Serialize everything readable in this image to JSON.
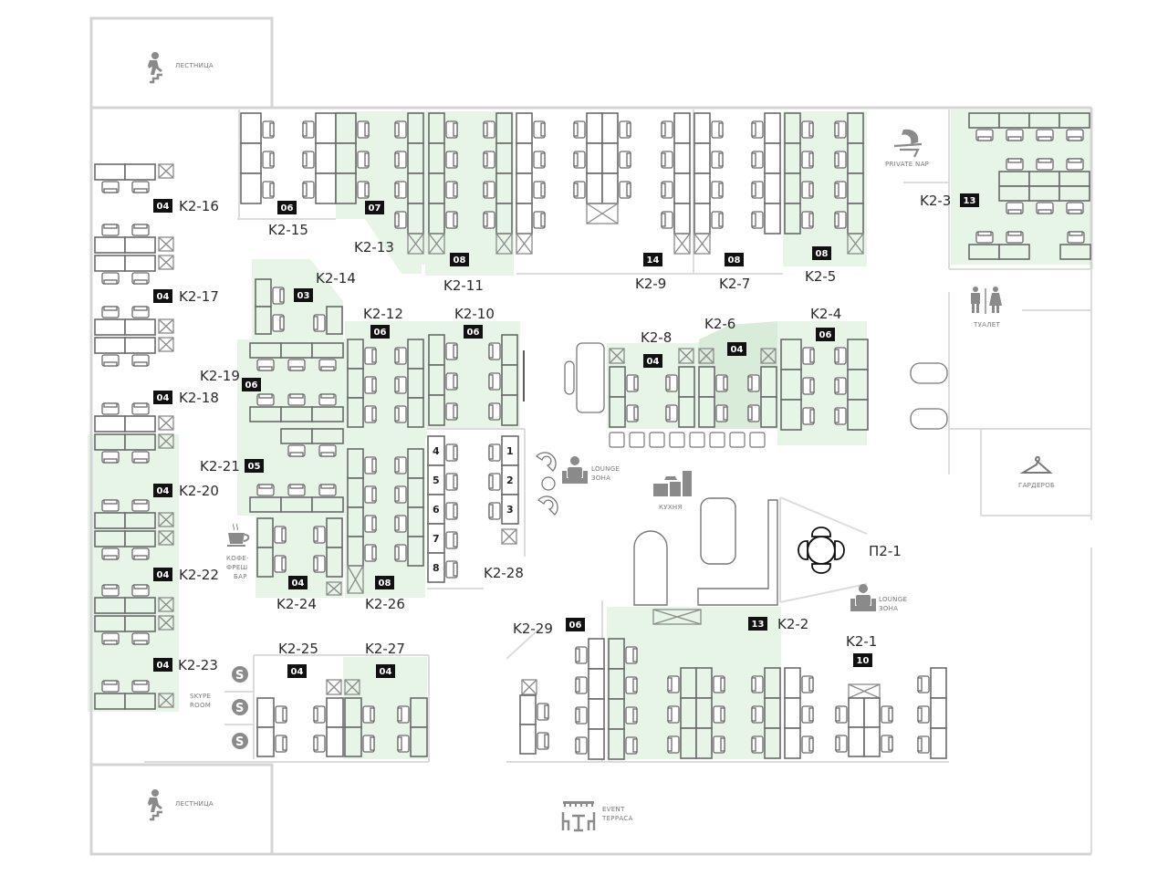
{
  "title": "Floor plan K2",
  "amenities": {
    "stairs_top": "ЛЕСТНИЦА",
    "stairs_bottom": "ЛЕСТНИЦА",
    "private_nap": "PRIVATE NAP",
    "toilet": "ТУАЛЕТ",
    "wardrobe": "ГАРДЕРОБ",
    "lounge_1_line1": "LOUNGE",
    "lounge_1_line2": "ЗОНА",
    "lounge_2_line1": "LOUNGE",
    "lounge_2_line2": "ЗОНА",
    "kitchen": "КУХНЯ",
    "coffee_line1": "КОФЕ-",
    "coffee_line2": "ФРЕШ",
    "coffee_line3": "БАР",
    "skype_line1": "SKYPE",
    "skype_line2": "ROOM",
    "event_line1": "EVENT",
    "event_line2": "ТЕРРАСА"
  },
  "zones": [
    {
      "id": "K2-1",
      "seats": "10",
      "highlighted": false
    },
    {
      "id": "K2-2",
      "seats": "13",
      "highlighted": true
    },
    {
      "id": "K2-3",
      "seats": "13",
      "highlighted": true
    },
    {
      "id": "K2-4",
      "seats": "06",
      "highlighted": true
    },
    {
      "id": "K2-5",
      "seats": "08",
      "highlighted": true
    },
    {
      "id": "K2-6",
      "seats": "04",
      "highlighted": true
    },
    {
      "id": "K2-7",
      "seats": "08",
      "highlighted": false
    },
    {
      "id": "K2-8",
      "seats": "04",
      "highlighted": true
    },
    {
      "id": "K2-9",
      "seats": "14",
      "highlighted": false
    },
    {
      "id": "K2-10",
      "seats": "06",
      "highlighted": true
    },
    {
      "id": "K2-11",
      "seats": "08",
      "highlighted": true
    },
    {
      "id": "K2-12",
      "seats": "06",
      "highlighted": true
    },
    {
      "id": "K2-13",
      "seats": "07",
      "highlighted": true
    },
    {
      "id": "K2-14",
      "seats": "03",
      "highlighted": true
    },
    {
      "id": "K2-15",
      "seats": "06",
      "highlighted": false
    },
    {
      "id": "K2-16",
      "seats": "04",
      "highlighted": false
    },
    {
      "id": "K2-17",
      "seats": "04",
      "highlighted": false
    },
    {
      "id": "K2-18",
      "seats": "04",
      "highlighted": false
    },
    {
      "id": "K2-19",
      "seats": "06",
      "highlighted": true
    },
    {
      "id": "K2-20",
      "seats": "04",
      "highlighted": true
    },
    {
      "id": "K2-21",
      "seats": "05",
      "highlighted": true
    },
    {
      "id": "K2-22",
      "seats": "04",
      "highlighted": true
    },
    {
      "id": "K2-23",
      "seats": "04",
      "highlighted": true
    },
    {
      "id": "K2-24",
      "seats": "04",
      "highlighted": true
    },
    {
      "id": "K2-25",
      "seats": "04",
      "highlighted": false
    },
    {
      "id": "K2-26",
      "seats": "08",
      "highlighted": true
    },
    {
      "id": "K2-27",
      "seats": "04",
      "highlighted": true
    },
    {
      "id": "K2-28",
      "seats": "",
      "highlighted": false
    },
    {
      "id": "K2-29",
      "seats": "06",
      "highlighted": false
    },
    {
      "id": "П2-1",
      "seats": "",
      "highlighted": false
    }
  ],
  "k2_28_seat_numbers": [
    "1",
    "2",
    "3",
    "4",
    "5",
    "6",
    "7",
    "8"
  ],
  "colors": {
    "available_zone": "#e6f5e6",
    "badge": "#111111",
    "wall": "#d4d4d4",
    "furniture": "#6a6a6a"
  }
}
